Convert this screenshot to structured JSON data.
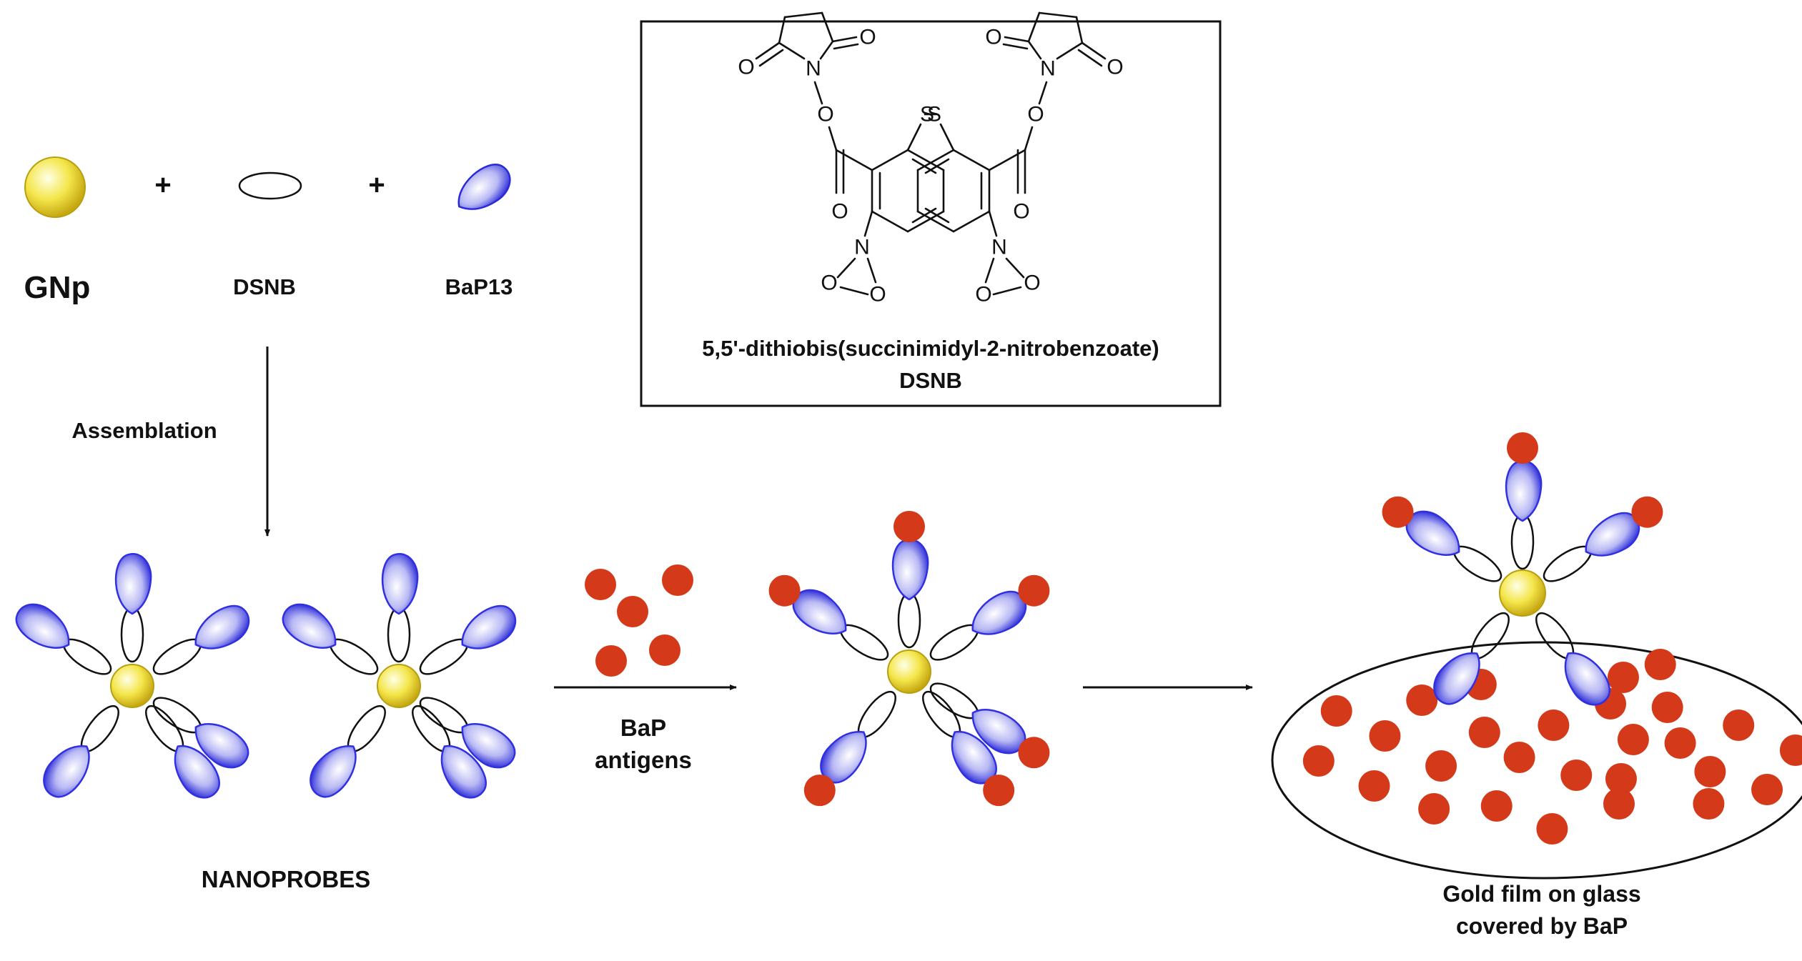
{
  "legend": {
    "gnp_label": "GNp",
    "dsnb_label": "DSNB",
    "bap13_label": "BaP13",
    "plus_sign": "+"
  },
  "steps": {
    "assemblation_label": "Assemblation",
    "nanoprobes_label": "NANOPROBES",
    "antigens_line1": "BaP",
    "antigens_line2": "antigens",
    "surface_line1": "Gold film on glass",
    "surface_line2": "covered by BaP"
  },
  "structure_box": {
    "compound_name": "5,5'-dithiobis(succinimidyl-2-nitrobenzoate)",
    "abbreviation": "DSNB",
    "atom_O": "O",
    "atom_N": "N",
    "atom_S": "S"
  },
  "colors": {
    "gold_core": "#f2e23a",
    "antibody_blue": "#3030e0",
    "antigen_red": "#d43a1a",
    "outline": "#111111"
  }
}
